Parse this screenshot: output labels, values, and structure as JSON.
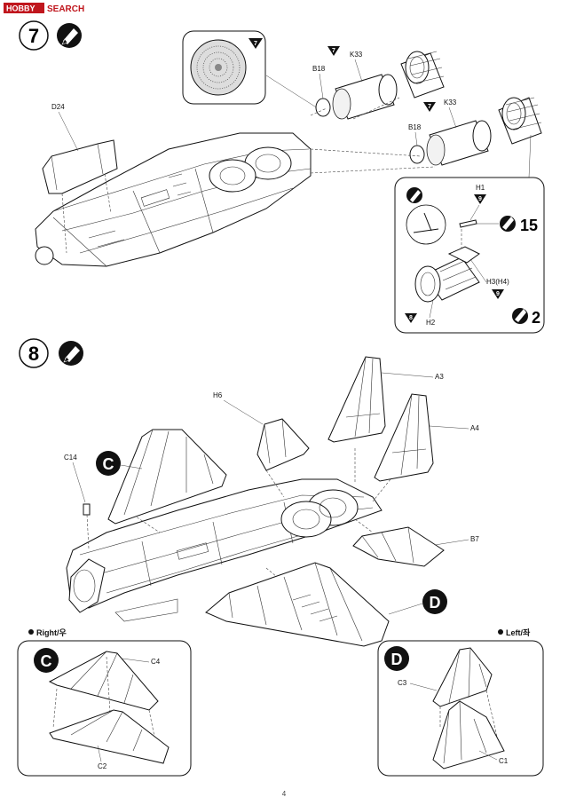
{
  "watermark": {
    "brand": "HOBBY",
    "suffix": "SEARCH"
  },
  "step7": {
    "number": "7",
    "inset_marker": "7",
    "parts": {
      "d24": "D24",
      "b18_top": "B18",
      "k33_top": "K33",
      "marker_top": "7",
      "b18_low": "B18",
      "k33_low": "K33",
      "marker_low": "7"
    },
    "detail": {
      "h1": "H1",
      "h1_marker": "9",
      "count_a": "15",
      "h3h4": "H3(H4)",
      "h3_marker": "9",
      "h2": "H2",
      "h2_marker": "8",
      "count_b": "2"
    }
  },
  "step8": {
    "number": "8",
    "parts": {
      "a3": "A3",
      "a4": "A4",
      "h6": "H6",
      "c14": "C14",
      "b7": "B7"
    },
    "callout_c": "C",
    "callout_d": "D"
  },
  "sub_right": {
    "label": "Right/우",
    "callout": "C",
    "c4": "C4",
    "c2": "C2"
  },
  "sub_left": {
    "label": "Left/좌",
    "callout": "D",
    "c3": "C3",
    "c1": "C1"
  },
  "page_number": "4"
}
